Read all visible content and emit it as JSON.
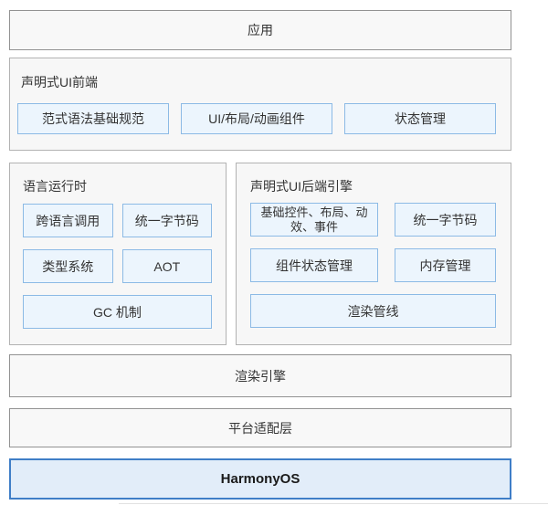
{
  "app_layer": {
    "label": "应用"
  },
  "frontend": {
    "title": "声明式UI前端",
    "items": [
      "范式语法基础规范",
      "UI/布局/动画组件",
      "状态管理"
    ]
  },
  "runtime": {
    "title": "语言运行时",
    "items": [
      "跨语言调用",
      "统一字节码",
      "类型系统",
      "AOT",
      "GC 机制"
    ]
  },
  "backend": {
    "title": "声明式UI后端引擎",
    "items": [
      "基础控件、布局、动效、事件",
      "统一字节码",
      "组件状态管理",
      "内存管理",
      "渲染管线"
    ]
  },
  "render_engine": {
    "label": "渲染引擎"
  },
  "platform_adapter": {
    "label": "平台适配层"
  },
  "os": {
    "label": "HarmonyOS"
  },
  "colors": {
    "chip_border": "#8cbae5",
    "chip_fill": "#ecf5fd",
    "section_border": "#b2b2b2",
    "section_fill": "#f7f7f7",
    "bar_border": "#929292",
    "bar_fill": "#f8f8f8",
    "os_border": "#3f7ec7",
    "os_fill": "#e2edf9"
  }
}
